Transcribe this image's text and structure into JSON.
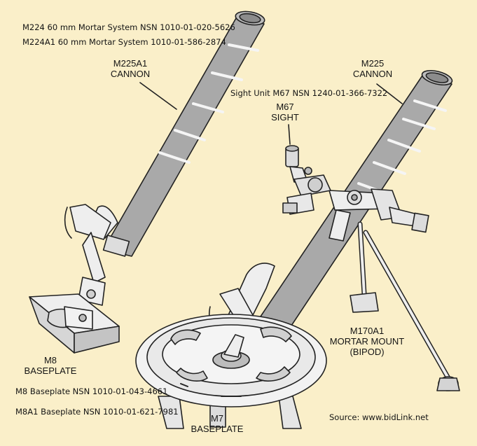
{
  "diagram": {
    "nsn_lines": {
      "m224": "M224 60 mm Mortar System NSN 1010-01-020-5626",
      "m224a1": "M224A1 60 mm Mortar System 1010-01-586-2874",
      "sight_unit": "Sight Unit M67 NSN 1240-01-366-7322",
      "m8": "M8 Baseplate NSN 1010-01-043-4661",
      "m8a1": "M8A1 Baseplate NSN 1010-01-621-7981"
    },
    "callouts": {
      "m225a1": [
        "M225A1",
        "CANNON"
      ],
      "m225": [
        "M225",
        "CANNON"
      ],
      "m67": [
        "M67",
        "SIGHT"
      ],
      "m170a1": [
        "M170A1",
        "MORTAR MOUNT",
        "(BIPOD)"
      ],
      "m8": [
        "M8",
        "BASEPLATE"
      ],
      "m7": [
        "M7",
        "BASEPLATE"
      ]
    },
    "source": "Source: www.bidLink.net",
    "colors": {
      "background": "#faefc9",
      "tube_fill": "#a9a9a9",
      "line": "#222222",
      "metal": "#eeeeee"
    }
  }
}
